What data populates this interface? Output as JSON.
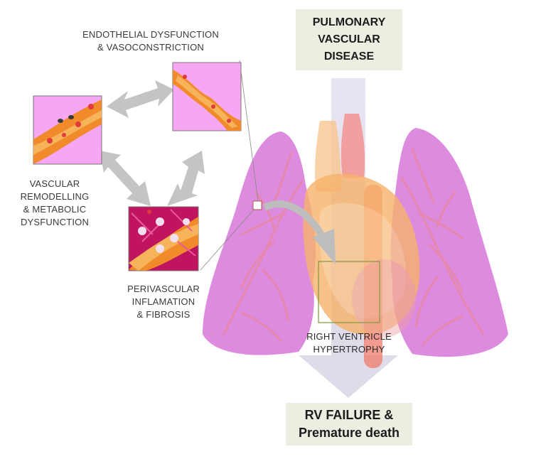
{
  "labels": {
    "endothelial": [
      "ENDOTHELIAL DYSFUNCTION",
      "& VASOCONSTRICTION"
    ],
    "remodelling": [
      "VASCULAR",
      "REMODELLING",
      "& METABOLIC",
      "DYSFUNCTION"
    ],
    "perivascular": [
      "PERIVASCULAR",
      "INFLAMATION",
      "& FIBROSIS"
    ],
    "rv_hypertrophy": [
      "RIGHT VENTRICLE",
      "HYPERTROPHY"
    ]
  },
  "boxes": {
    "top": [
      "PULMONARY",
      "VASCULAR",
      "DISEASE"
    ],
    "bottom": [
      "RV FAILURE &",
      "Premature death"
    ]
  },
  "colors": {
    "box_bg": "#eeede2",
    "lung": "#d46fd6",
    "heart": "#f7b26a",
    "vessel": "#f08a2a",
    "tile_bg": "#f6a7f3",
    "arrow_gray": "#c4c4c4",
    "flow_arrow": "#ddd7e6"
  }
}
